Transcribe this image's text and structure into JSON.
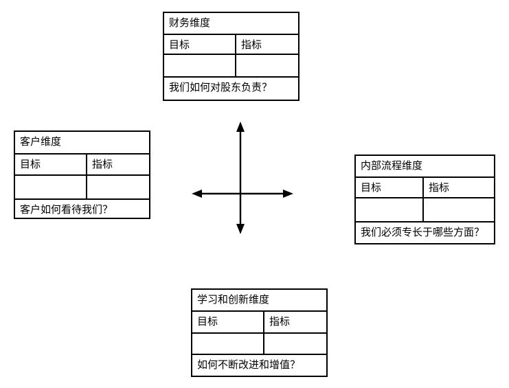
{
  "diagram": {
    "type": "balanced-scorecard",
    "colors": {
      "line": "#000000",
      "background": "#ffffff",
      "text": "#000000"
    },
    "center_icon": "four-way-arrow-cross"
  },
  "boxes": [
    {
      "id": "financial",
      "title": "财务维度",
      "goal_header": "目标",
      "indicator_header": "指标",
      "goal_value": "",
      "indicator_value": "",
      "question": "我们如何对股东负责？"
    },
    {
      "id": "customer",
      "title": "客户维度",
      "goal_header": "目标",
      "indicator_header": "指标",
      "goal_value": "",
      "indicator_value": "",
      "question": "客户如何看待我们？"
    },
    {
      "id": "internal-process",
      "title": "内部流程维度",
      "goal_header": "目标",
      "indicator_header": "指标",
      "goal_value": "",
      "indicator_value": "",
      "question": "我们必须专长于哪些方面？"
    },
    {
      "id": "learning-innovation",
      "title": "学习和创新维度",
      "goal_header": "目标",
      "indicator_header": "指标",
      "goal_value": "",
      "indicator_value": "",
      "question": "如何不断改进和增值？"
    }
  ]
}
